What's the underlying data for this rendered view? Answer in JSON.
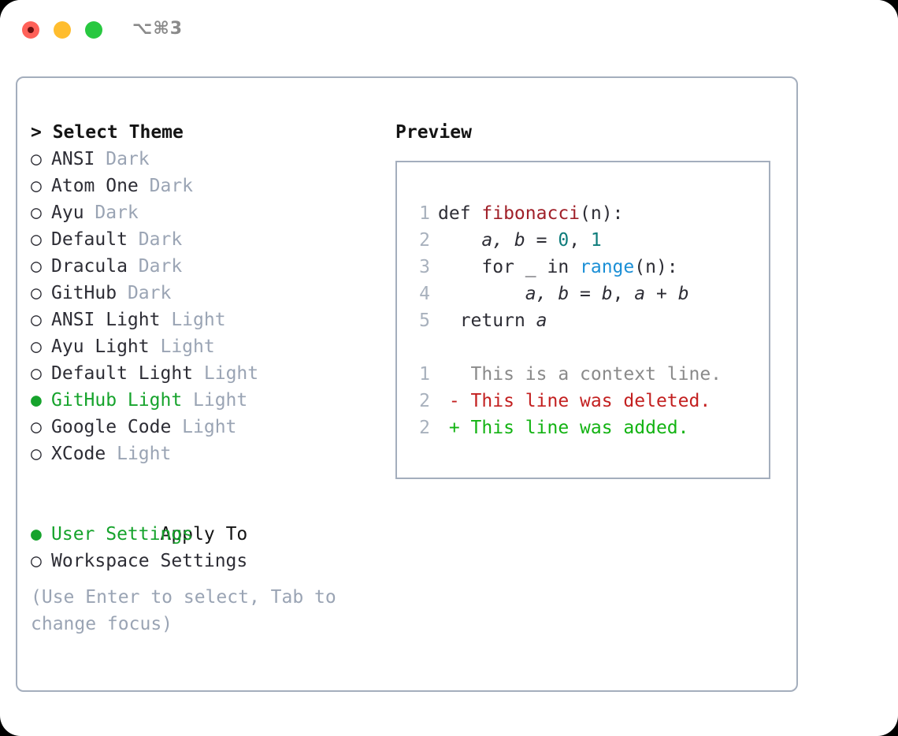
{
  "titlebar": {
    "shortcut": "⌥⌘3",
    "buttons": {
      "close": "close",
      "minimize": "minimize",
      "maximize": "maximize"
    }
  },
  "theme_list": {
    "heading": "> Select Theme",
    "items": [
      {
        "marker": "○",
        "name": "ANSI",
        "tag": "Dark",
        "selected": false
      },
      {
        "marker": "○",
        "name": "Atom One",
        "tag": "Dark",
        "selected": false
      },
      {
        "marker": "○",
        "name": "Ayu",
        "tag": "Dark",
        "selected": false
      },
      {
        "marker": "○",
        "name": "Default",
        "tag": "Dark",
        "selected": false
      },
      {
        "marker": "○",
        "name": "Dracula",
        "tag": "Dark",
        "selected": false
      },
      {
        "marker": "○",
        "name": "GitHub",
        "tag": "Dark",
        "selected": false
      },
      {
        "marker": "○",
        "name": "ANSI Light",
        "tag": "Light",
        "selected": false
      },
      {
        "marker": "○",
        "name": "Ayu Light",
        "tag": "Light",
        "selected": false
      },
      {
        "marker": "○",
        "name": "Default Light",
        "tag": "Light",
        "selected": false
      },
      {
        "marker": "●",
        "name": "GitHub Light",
        "tag": "Light",
        "selected": true
      },
      {
        "marker": "○",
        "name": "Google Code",
        "tag": "Light",
        "selected": false
      },
      {
        "marker": "○",
        "name": "XCode",
        "tag": "Light",
        "selected": false
      }
    ]
  },
  "apply_to": {
    "heading": "Apply To",
    "items": [
      {
        "marker": "●",
        "name": "User Settings",
        "selected": true
      },
      {
        "marker": "○",
        "name": "Workspace Settings",
        "selected": false
      }
    ]
  },
  "help": {
    "text": "(Use Enter to select, Tab to change focus)"
  },
  "preview": {
    "title": "Preview",
    "code_lines": [
      {
        "lno": "1",
        "indent": "",
        "segments": [
          {
            "text": "def ",
            "style": "plain"
          },
          {
            "text": "fibonacci",
            "style": "fn"
          },
          {
            "text": "(n):",
            "style": "plain"
          }
        ]
      },
      {
        "lno": "2",
        "indent": "    ",
        "segments": [
          {
            "text": "a, b",
            "style": "var"
          },
          {
            "text": " = ",
            "style": "plain"
          },
          {
            "text": "0",
            "style": "num"
          },
          {
            "text": ", ",
            "style": "plain"
          },
          {
            "text": "1",
            "style": "num"
          }
        ]
      },
      {
        "lno": "3",
        "indent": "    ",
        "segments": [
          {
            "text": "for _ in ",
            "style": "plain"
          },
          {
            "text": "range",
            "style": "call"
          },
          {
            "text": "(n):",
            "style": "plain"
          }
        ]
      },
      {
        "lno": "4",
        "indent": "        ",
        "segments": [
          {
            "text": "a, b",
            "style": "var"
          },
          {
            "text": " = ",
            "style": "plain"
          },
          {
            "text": "b",
            "style": "var"
          },
          {
            "text": ", ",
            "style": "plain"
          },
          {
            "text": "a",
            "style": "var"
          },
          {
            "text": " + ",
            "style": "plain"
          },
          {
            "text": "b",
            "style": "var"
          }
        ]
      },
      {
        "lno": "5",
        "indent": "  ",
        "segments": [
          {
            "text": "return ",
            "style": "plain"
          },
          {
            "text": "a",
            "style": "var"
          }
        ]
      }
    ],
    "diff_lines": [
      {
        "lno": "1",
        "sign": " ",
        "text": "This is a context line.",
        "kind": "ctx"
      },
      {
        "lno": "2",
        "sign": "-",
        "text": "This line was deleted.",
        "kind": "del"
      },
      {
        "lno": "2",
        "sign": "+",
        "text": "This line was added.",
        "kind": "add"
      }
    ]
  },
  "colors": {
    "accent_green": "#16a32c",
    "border": "#a4aebd",
    "muted": "#9aa4b4",
    "diff_add": "#13b313",
    "diff_del": "#c32020",
    "syntax_fn": "#a02029",
    "syntax_num": "#0e7c7b",
    "syntax_call": "#1b8fd6"
  }
}
